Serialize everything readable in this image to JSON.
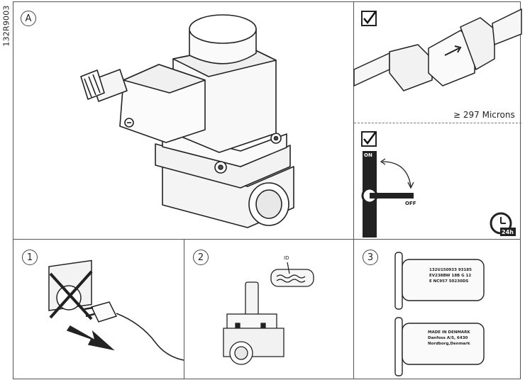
{
  "doc_id": "132R9003",
  "panel_a": {
    "label": "A"
  },
  "panel_filter": {
    "microns_text": "≥ 297 Microns"
  },
  "panel_coil": {
    "on_label": "ON",
    "off_label": "OFF",
    "time_label": "24h"
  },
  "step1": {
    "number": "1"
  },
  "step2": {
    "number": "2",
    "id_label": "ID"
  },
  "step3": {
    "number": "3",
    "plate_top": [
      "132U150933  93185",
      "EV238BW 18B G 12",
      "E NC957 50230DS"
    ],
    "plate_bottom": [
      "MADE IN DENMARK",
      "Danfoss A/S, 6430",
      "Nordborg,Denmark"
    ]
  }
}
